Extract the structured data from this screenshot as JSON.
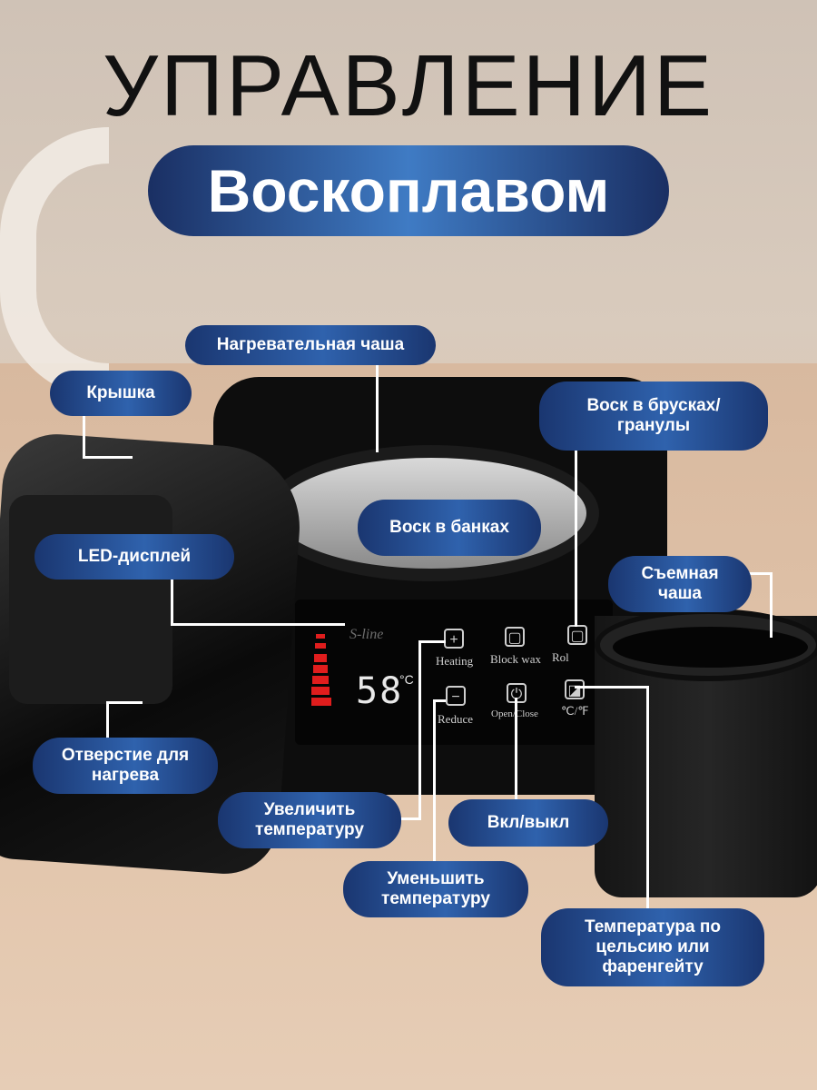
{
  "header": {
    "title": "УПРАВЛЕНИЕ",
    "subtitle": "Воскоплавом"
  },
  "device_panel": {
    "brand": "S-line",
    "temperature": "58",
    "unit": "°C",
    "buttons": {
      "heating": "Heating",
      "block_wax": "Block wax",
      "roll": "Rol",
      "reduce": "Reduce",
      "open_close": "Open/Close",
      "c_f": "℃/℉"
    }
  },
  "labels": {
    "heating_bowl": "Нагревательная чаша",
    "lid": "Крышка",
    "wax_bars": "Воск в брусках/ гранулы",
    "wax_jars": "Воск в банках",
    "led_display": "LED-дисплей",
    "removable_bowl": "Съемная чаша",
    "heating_hole": "Отверстие для нагрева",
    "increase_temp": "Увеличить температуру",
    "power": "Вкл/выкл",
    "decrease_temp": "Уменьшить температуру",
    "temp_unit": "Температура по цельсию или фаренгейту"
  },
  "colors": {
    "pill_dark": "#1a3670",
    "pill_light": "#2f62ad",
    "led_red": "#e01d1d",
    "device_black": "#0d0d0d"
  }
}
